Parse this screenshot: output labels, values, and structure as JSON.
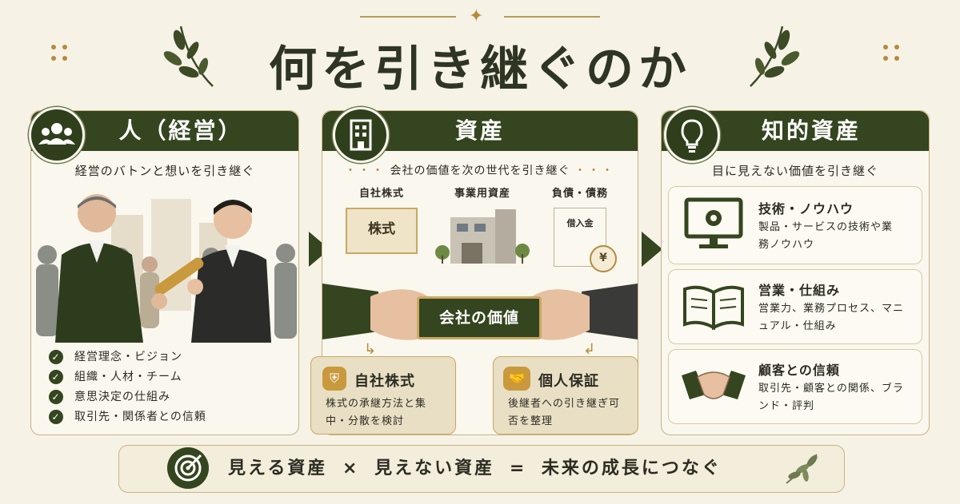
{
  "title": "何を引き継ぐのか",
  "panels": {
    "people": {
      "title": "人（経営）",
      "subtitle": "経営のバトンと想いを引き継ぐ",
      "checklist": [
        "経営理念・ビジョン",
        "組織・人材・チーム",
        "意思決定の仕組み",
        "取引先・関係者との信頼"
      ]
    },
    "assets": {
      "title": "資産",
      "subtitle": "会社の価値を次の世代を引き継ぐ",
      "categories": [
        {
          "label": "自社株式",
          "caption": "株式"
        },
        {
          "label": "事業用資産",
          "caption": ""
        },
        {
          "label": "負債・債務",
          "caption": "借入金"
        }
      ],
      "center_label": "会社の価値",
      "cards": [
        {
          "title": "自社株式",
          "text": "株式の承継方法と集中・分散を検討"
        },
        {
          "title": "個人保証",
          "text": "後継者への引き継ぎ可否を整理"
        }
      ]
    },
    "intellectual": {
      "title": "知的資産",
      "subtitle": "目に見えない価値を引き継ぐ",
      "items": [
        {
          "title": "技術・ノウハウ",
          "text": "製品・サービスの技術や業務ノウハウ"
        },
        {
          "title": "営業・仕組み",
          "text": "営業力、業務プロセス、マニュアル・仕組み"
        },
        {
          "title": "顧客との信頼",
          "text": "取引先・顧客との関係、ブランド・評判"
        }
      ]
    }
  },
  "footer": {
    "parts": [
      "見える資産",
      "×",
      "見えない資産",
      "=",
      "未来の成長につなぐ"
    ]
  },
  "colors": {
    "dark_green": "#34451f",
    "gold": "#b99a57",
    "background": "#f6f2e6"
  }
}
